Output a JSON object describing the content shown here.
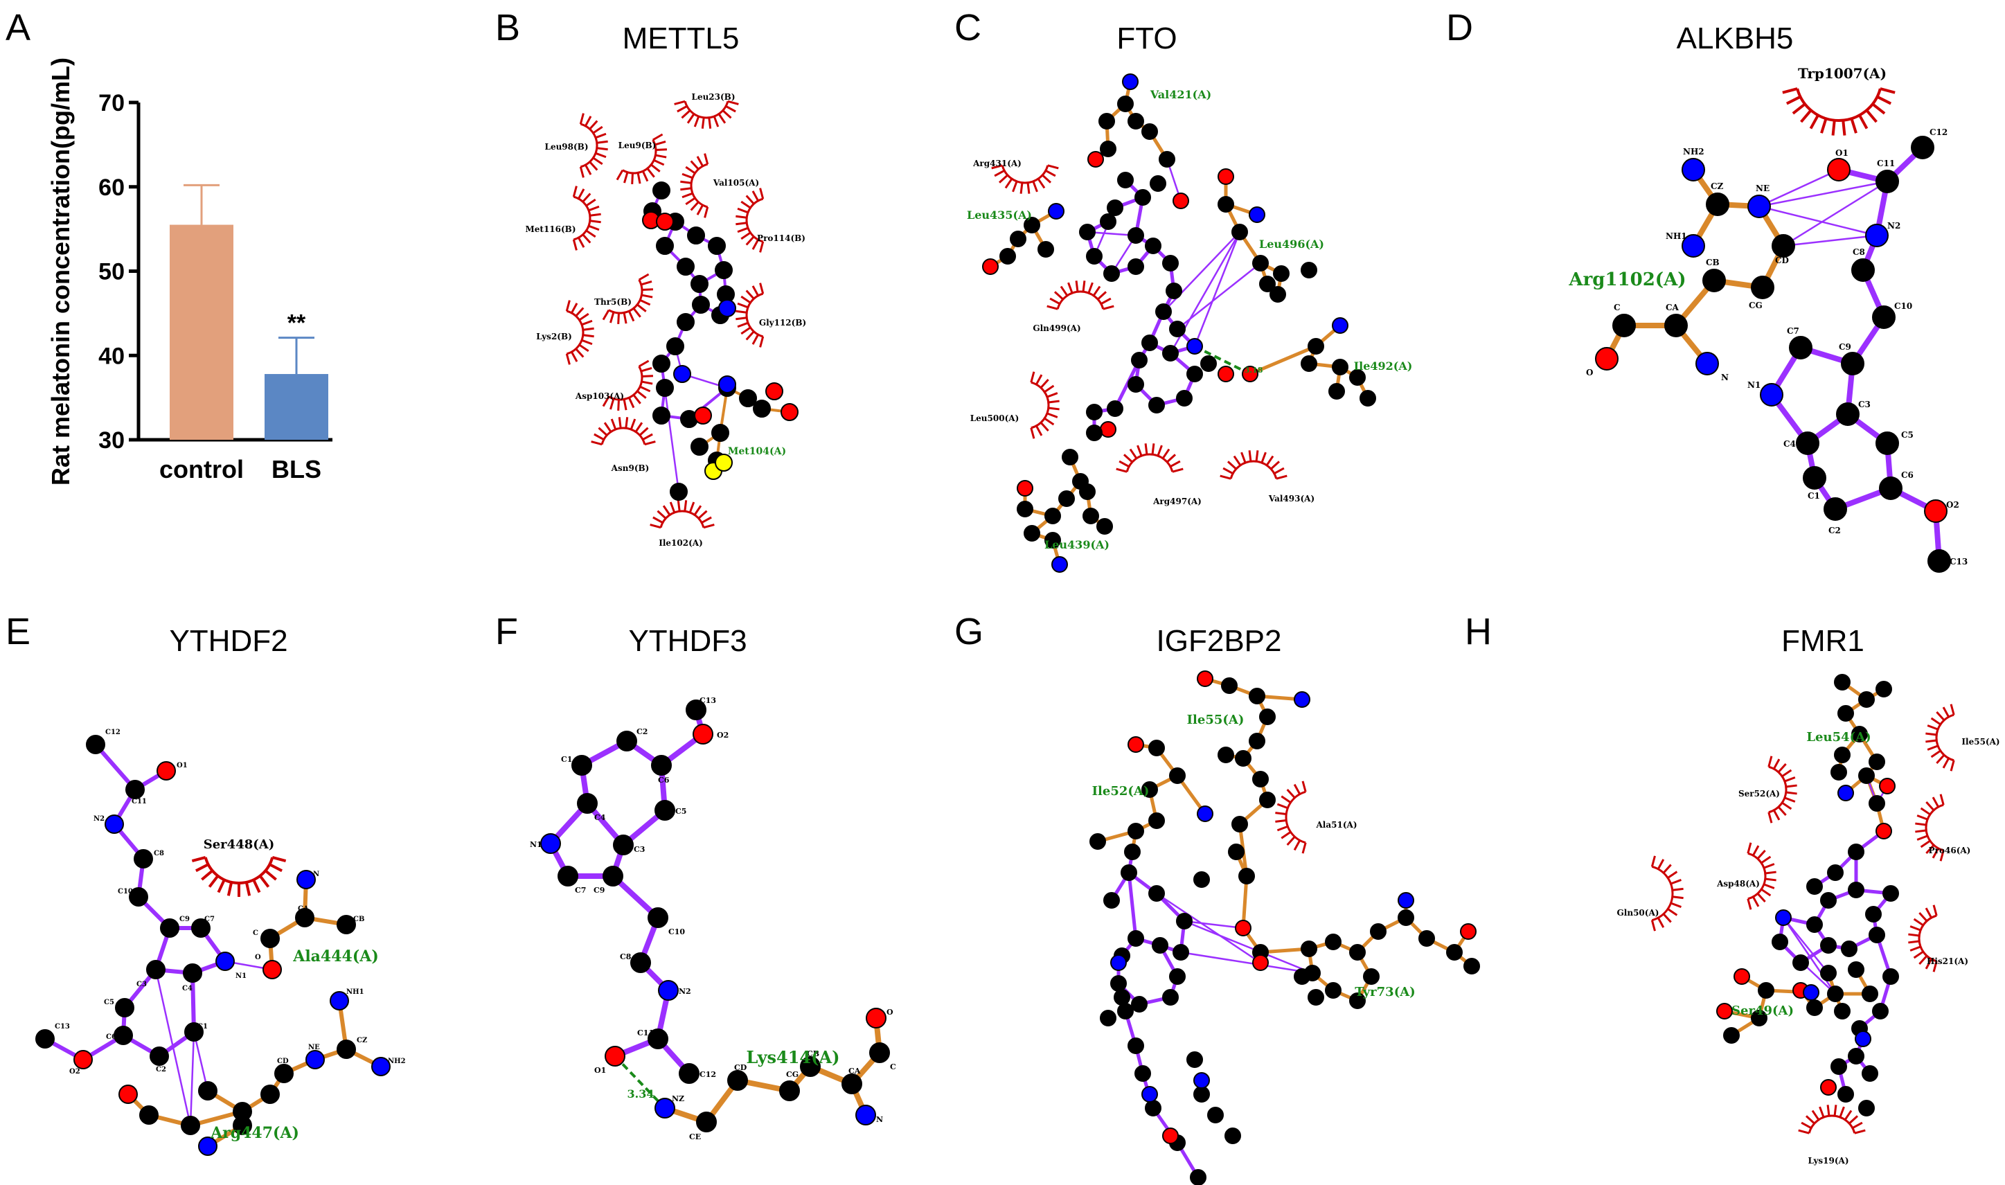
{
  "colors": {
    "bar_control": "#E2A07C",
    "bar_bls": "#5B87C4",
    "error_control": "#E2A07C",
    "error_bls": "#5B87C4",
    "carbon": "#000000",
    "oxygen": "#FF0000",
    "nitrogen": "#0000FF",
    "sulfur": "#FFFF00",
    "ligand_bond": "#9B30FF",
    "residue_bond": "#D9882B",
    "hbond": "#1A8A1A",
    "hydrophobic": "#CC0000",
    "hbond_residue_label": "#1A8A1A"
  },
  "chart_data": {
    "type": "bar",
    "panel": "A",
    "categories": [
      "control",
      "BLS"
    ],
    "values": [
      55.5,
      37.8
    ],
    "errors": [
      4.7,
      4.3
    ],
    "ylabel": "Rat melatonin concentration(pg/mL)",
    "ylim": [
      30,
      70
    ],
    "yticks": [
      "30",
      "40",
      "50",
      "60",
      "70"
    ],
    "annotations": [
      {
        "category": "BLS",
        "text": "**"
      }
    ],
    "grid": false
  },
  "panels": [
    {
      "letter": "B",
      "title": "METTL5",
      "hbond_residues": [
        {
          "label": "Met104(A)"
        }
      ],
      "hydrophobic_residues": [
        {
          "label": "Leu23(B)"
        },
        {
          "label": "Leu9(B)"
        },
        {
          "label": "Leu98(B)"
        },
        {
          "label": "Val105(A)"
        },
        {
          "label": "Met116(B)"
        },
        {
          "label": "Pro114(B)"
        },
        {
          "label": "Thr5(B)"
        },
        {
          "label": "Gly112(B)"
        },
        {
          "label": "Lys2(B)"
        },
        {
          "label": "Asp103(A)"
        },
        {
          "label": "Asn9(B)"
        },
        {
          "label": "Ile102(A)"
        }
      ],
      "distances": []
    },
    {
      "letter": "C",
      "title": "FTO",
      "hbond_residues": [
        {
          "label": "Val421(A)"
        },
        {
          "label": "Leu435(A)"
        },
        {
          "label": "Leu496(A)"
        },
        {
          "label": "Ile492(A)"
        },
        {
          "label": "Leu439(A)"
        }
      ],
      "hydrophobic_residues": [
        {
          "label": "Arg431(A)"
        },
        {
          "label": "Gln499(A)"
        },
        {
          "label": "Leu500(A)"
        },
        {
          "label": "Arg497(A)"
        },
        {
          "label": "Val493(A)"
        }
      ],
      "distances": [
        "3.18"
      ]
    },
    {
      "letter": "D",
      "title": "ALKBH5",
      "hbond_residues": [
        {
          "label": "Arg1102(A)"
        }
      ],
      "hydrophobic_residues": [
        {
          "label": "Trp1007(A)"
        }
      ],
      "distances": [],
      "atoms": [
        "O1",
        "C11",
        "C12",
        "N2",
        "C8",
        "C10",
        "C9",
        "C7",
        "N1",
        "C3",
        "C4",
        "C1",
        "C2",
        "C6",
        "C5",
        "O2",
        "C13",
        "NH2",
        "CZ",
        "NE",
        "NH1",
        "CD",
        "CB",
        "CG",
        "CA",
        "C",
        "O",
        "N"
      ]
    },
    {
      "letter": "E",
      "title": "YTHDF2",
      "hbond_residues": [
        {
          "label": "Ala444(A)"
        },
        {
          "label": "Arg447(A)"
        }
      ],
      "hydrophobic_residues": [
        {
          "label": "Ser448(A)"
        }
      ],
      "distances": [],
      "atoms": [
        "C12",
        "O1",
        "C11",
        "N2",
        "C8",
        "C10",
        "C9",
        "C7",
        "N1",
        "C3",
        "C4",
        "C5",
        "C6",
        "C1",
        "C2",
        "O2",
        "C13",
        "O",
        "C",
        "CA",
        "N",
        "CB",
        "NH1",
        "NE",
        "CZ",
        "NH2",
        "CD"
      ]
    },
    {
      "letter": "F",
      "title": "YTHDF3",
      "hbond_residues": [
        {
          "label": "Lys414(A)"
        }
      ],
      "hydrophobic_residues": [],
      "distances": [
        "3.34"
      ],
      "atoms": [
        "C13",
        "O2",
        "C2",
        "C1",
        "C6",
        "C5",
        "C4",
        "N1",
        "C7",
        "C9",
        "C3",
        "C10",
        "C8",
        "N2",
        "C11",
        "O1",
        "C12",
        "NZ",
        "CE",
        "CD",
        "CG",
        "CB",
        "CA",
        "C",
        "O",
        "N"
      ]
    },
    {
      "letter": "G",
      "title": "IGF2BP2",
      "hbond_residues": [
        {
          "label": "Ile55(A)"
        },
        {
          "label": "Ile52(A)"
        },
        {
          "label": "Tyr73(A)"
        }
      ],
      "hydrophobic_residues": [
        {
          "label": "Ala51(A)"
        }
      ],
      "distances": []
    },
    {
      "letter": "H",
      "title": "FMR1",
      "hbond_residues": [
        {
          "label": "Leu54(A)"
        },
        {
          "label": "Ser49(A)"
        }
      ],
      "hydrophobic_residues": [
        {
          "label": "Ile55(A)"
        },
        {
          "label": "Ser52(A)"
        },
        {
          "label": "Pro46(A)"
        },
        {
          "label": "Asp48(A)"
        },
        {
          "label": "Gln50(A)"
        },
        {
          "label": "His21(A)"
        },
        {
          "label": "Lys19(A)"
        }
      ],
      "distances": []
    }
  ]
}
